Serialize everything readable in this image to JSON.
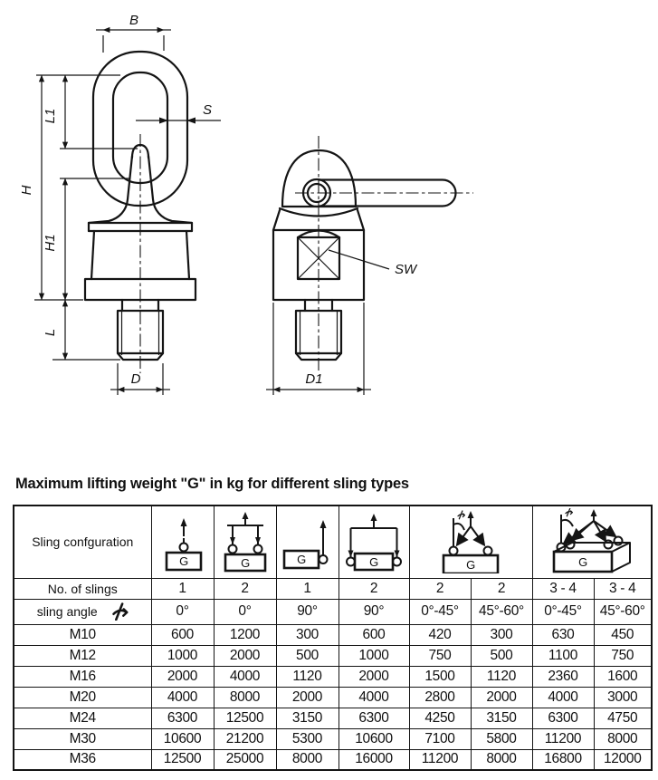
{
  "page": {
    "background": "#ffffff",
    "line_color": "#141414"
  },
  "drawing": {
    "description": "two-view technical drawing of swivel lifting eye bolt",
    "labels": {
      "B": "B",
      "L1": "L1",
      "S": "S",
      "H": "H",
      "H1": "H1",
      "L": "L",
      "D": "D",
      "D1": "D1",
      "SW": "SW"
    }
  },
  "table": {
    "title": "Maximum lifting weight \"G\" in kg for different sling types",
    "config_label": "Sling confguration",
    "slings_label": "No. of slings",
    "angle_label": "sling angle",
    "g_label": "G",
    "icons": [
      "one-sling-0deg",
      "two-slings-0deg",
      "one-sling-90deg",
      "two-slings-90deg",
      "two-slings-angled",
      "three-four-slings-angled"
    ],
    "no_of_slings": [
      "1",
      "2",
      "1",
      "2",
      "2",
      "2",
      "3 - 4",
      "3 - 4"
    ],
    "sling_angles": [
      "0°",
      "0°",
      "90°",
      "90°",
      "0°-45°",
      "45°-60°",
      "0°-45°",
      "45°-60°"
    ],
    "rows": [
      {
        "size": "M10",
        "values": [
          "600",
          "1200",
          "300",
          "600",
          "420",
          "300",
          "630",
          "450"
        ]
      },
      {
        "size": "M12",
        "values": [
          "1000",
          "2000",
          "500",
          "1000",
          "750",
          "500",
          "1100",
          "750"
        ]
      },
      {
        "size": "M16",
        "values": [
          "2000",
          "4000",
          "1120",
          "2000",
          "1500",
          "1120",
          "2360",
          "1600"
        ]
      },
      {
        "size": "M20",
        "values": [
          "4000",
          "8000",
          "2000",
          "4000",
          "2800",
          "2000",
          "4000",
          "3000"
        ]
      },
      {
        "size": "M24",
        "values": [
          "6300",
          "12500",
          "3150",
          "6300",
          "4250",
          "3150",
          "6300",
          "4750"
        ]
      },
      {
        "size": "M30",
        "values": [
          "10600",
          "21200",
          "5300",
          "10600",
          "7100",
          "5800",
          "11200",
          "8000"
        ]
      },
      {
        "size": "M36",
        "values": [
          "12500",
          "25000",
          "8000",
          "16000",
          "11200",
          "8000",
          "16800",
          "12000"
        ]
      }
    ]
  }
}
